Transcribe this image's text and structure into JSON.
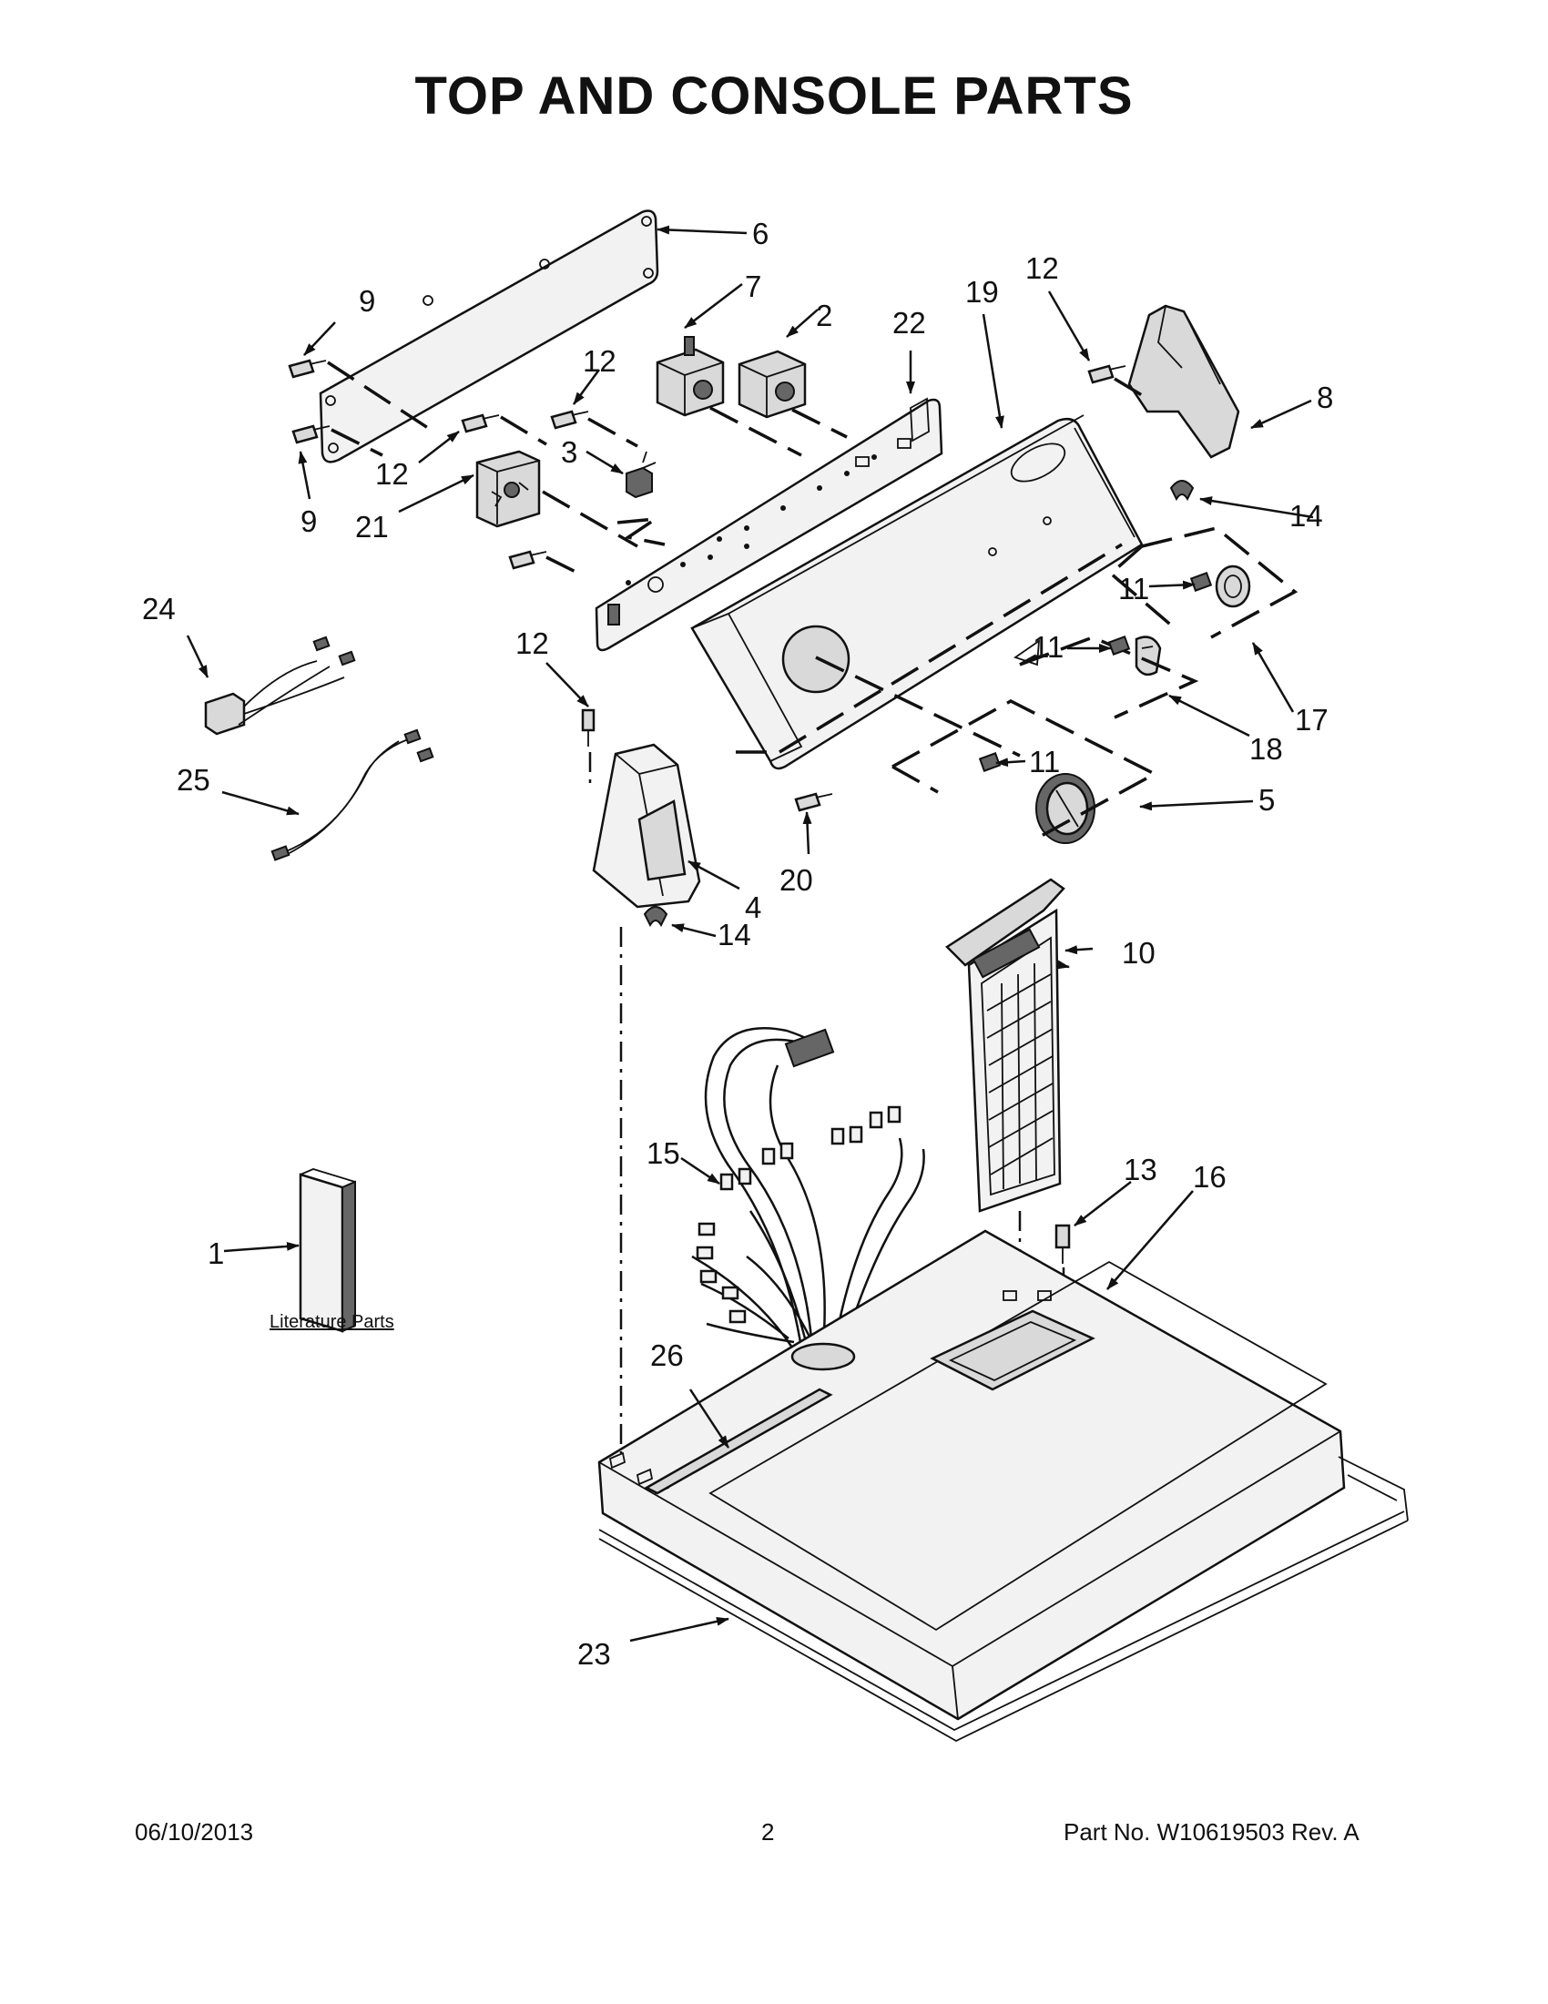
{
  "title": "TOP AND CONSOLE PARTS",
  "callouts": [
    {
      "id": "c1",
      "label": "1"
    },
    {
      "id": "c2",
      "label": "2"
    },
    {
      "id": "c3",
      "label": "3"
    },
    {
      "id": "c4",
      "label": "4"
    },
    {
      "id": "c5",
      "label": "5"
    },
    {
      "id": "c6",
      "label": "6"
    },
    {
      "id": "c7",
      "label": "7"
    },
    {
      "id": "c8",
      "label": "8"
    },
    {
      "id": "c9a",
      "label": "9"
    },
    {
      "id": "c9b",
      "label": "9"
    },
    {
      "id": "c10",
      "label": "10"
    },
    {
      "id": "c11a",
      "label": "11"
    },
    {
      "id": "c11b",
      "label": "11"
    },
    {
      "id": "c11c",
      "label": "11"
    },
    {
      "id": "c12a",
      "label": "12"
    },
    {
      "id": "c12b",
      "label": "12"
    },
    {
      "id": "c12c",
      "label": "12"
    },
    {
      "id": "c12d",
      "label": "12"
    },
    {
      "id": "c13",
      "label": "13"
    },
    {
      "id": "c14a",
      "label": "14"
    },
    {
      "id": "c14b",
      "label": "14"
    },
    {
      "id": "c15",
      "label": "15"
    },
    {
      "id": "c16",
      "label": "16"
    },
    {
      "id": "c17",
      "label": "17"
    },
    {
      "id": "c18",
      "label": "18"
    },
    {
      "id": "c19",
      "label": "19"
    },
    {
      "id": "c20",
      "label": "20"
    },
    {
      "id": "c21",
      "label": "21"
    },
    {
      "id": "c22",
      "label": "22"
    },
    {
      "id": "c23",
      "label": "23"
    },
    {
      "id": "c24",
      "label": "24"
    },
    {
      "id": "c25",
      "label": "25"
    },
    {
      "id": "c26",
      "label": "26"
    }
  ],
  "literature_label": "Literature Parts",
  "footer": {
    "date": "06/10/2013",
    "page_number": "2",
    "part_number": "Part No.  W10619503  Rev.  A"
  }
}
